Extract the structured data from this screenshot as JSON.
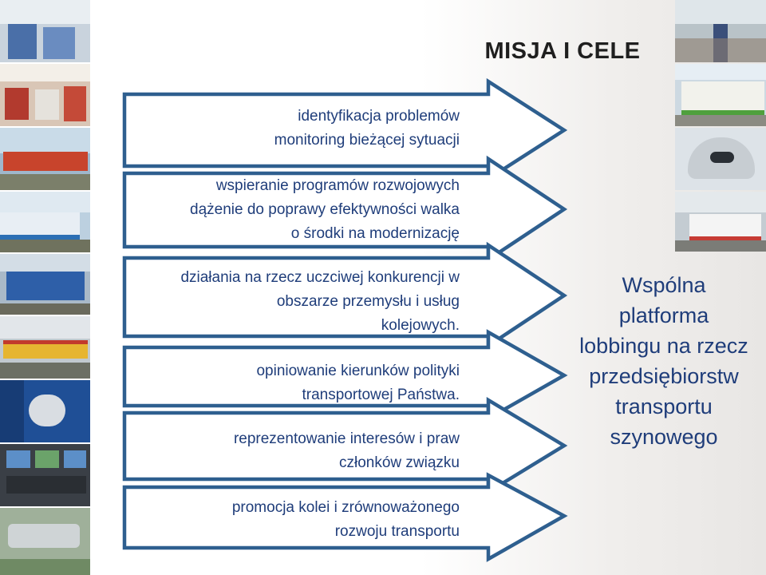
{
  "slide": {
    "title": "MISJA I CELE",
    "items": [
      {
        "lines": [
          "identyfikacja problemów",
          "monitoring  bieżącej sytuacji"
        ]
      },
      {
        "lines": [
          "wspieranie programów  rozwojowych",
          "dążenie do  poprawy efektywności walka",
          "o środki na modernizację"
        ]
      },
      {
        "lines": [
          "działania na rzecz uczciwej konkurencji w",
          "obszarze przemysłu       i usług",
          "kolejowych."
        ]
      },
      {
        "lines": [
          "opiniowanie kierunków polityki",
          "transportowej Państwa."
        ]
      },
      {
        "lines": [
          "reprezentowanie  interesów  i praw",
          "członków związku"
        ]
      },
      {
        "lines": [
          "promocja kolei i zrównoważonego",
          "rozwoju transportu"
        ]
      }
    ],
    "platform": {
      "lines": [
        "Wspólna",
        "platforma",
        "lobbingu na rzecz",
        "przedsiębiorstw",
        "transportu",
        "szynowego"
      ]
    }
  },
  "colors": {
    "text_blue": "#1f3d7a",
    "box_border": "#2e5f8f",
    "title": "#1f1f1f"
  },
  "icons": {
    "left_photos": [
      "train-interior-photo",
      "train-interior-photo",
      "red-locomotive-photo",
      "electric-train-photo",
      "blue-locomotive-photo",
      "regional-train-photo",
      "modern-train-front-photo",
      "control-room-photo",
      "station-aerial-photo"
    ],
    "right_photos": [
      "railway-tracks-photo",
      "double-deck-train-photo",
      "high-speed-train-photo",
      "tram-photo"
    ]
  }
}
